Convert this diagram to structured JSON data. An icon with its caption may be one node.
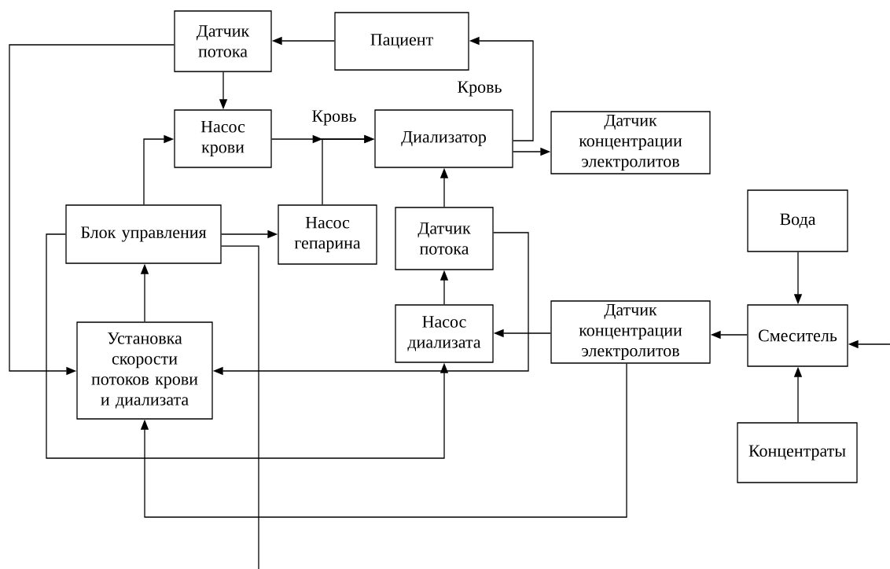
{
  "diagram": {
    "nodes": [
      {
        "text": [
          "Датчик потока"
        ]
      },
      {
        "text": [
          "Пациент"
        ]
      },
      {
        "text": [
          "Насос крови"
        ]
      },
      {
        "text": [
          "Диализатор"
        ]
      },
      {
        "text": [
          "Датчик концентрации электролитов"
        ]
      },
      {
        "text": [
          "Вода"
        ]
      },
      {
        "text": [
          "Блок управления"
        ]
      },
      {
        "text": [
          "Насос гепарина"
        ]
      },
      {
        "text": [
          "Датчик потока"
        ]
      },
      {
        "text": [
          "Насос диализата"
        ]
      },
      {
        "text": [
          "Датчик концентрации электролитов"
        ]
      },
      {
        "text": [
          "Смеситель"
        ]
      },
      {
        "text": [
          "Установка скорости потоков крови и диализата"
        ]
      },
      {
        "text": [
          "Концентраты"
        ]
      }
    ],
    "edges": [
      {
        "from": 1,
        "to": 0,
        "arrow": "to"
      },
      {
        "from": 0,
        "to": 2,
        "arrow": "to"
      },
      {
        "from": 2,
        "to": 3,
        "arrow": "to",
        "label": "Кровь"
      },
      {
        "from": 7,
        "to": 3,
        "arrow": "to"
      },
      {
        "from": 3,
        "to": 1,
        "arrow": "to",
        "label": "Кровь"
      },
      {
        "from": 3,
        "to": 4,
        "arrow": "to"
      },
      {
        "from": 0,
        "to": 12,
        "arrow": "to"
      },
      {
        "from": 6,
        "to": 2,
        "arrow": "to"
      },
      {
        "from": 6,
        "to": 7,
        "arrow": "to"
      },
      {
        "from": 6,
        "to": null,
        "arrow": "none"
      },
      {
        "from": 12,
        "to": 6,
        "arrow": "to"
      },
      {
        "from": 6,
        "to": 9,
        "arrow": "to"
      },
      {
        "from": 8,
        "to": 12,
        "arrow": "to"
      },
      {
        "from": 9,
        "to": 8,
        "arrow": "to"
      },
      {
        "from": 8,
        "to": 3,
        "arrow": "to"
      },
      {
        "from": 10,
        "to": 9,
        "arrow": "to"
      },
      {
        "from": 11,
        "to": 10,
        "arrow": "to"
      },
      {
        "from": 5,
        "to": 11,
        "arrow": "to"
      },
      {
        "from": 13,
        "to": 11,
        "arrow": "to"
      },
      {
        "from": null,
        "to": 11,
        "arrow": "to"
      },
      {
        "from": 10,
        "to": 12,
        "arrow": "to"
      }
    ]
  }
}
